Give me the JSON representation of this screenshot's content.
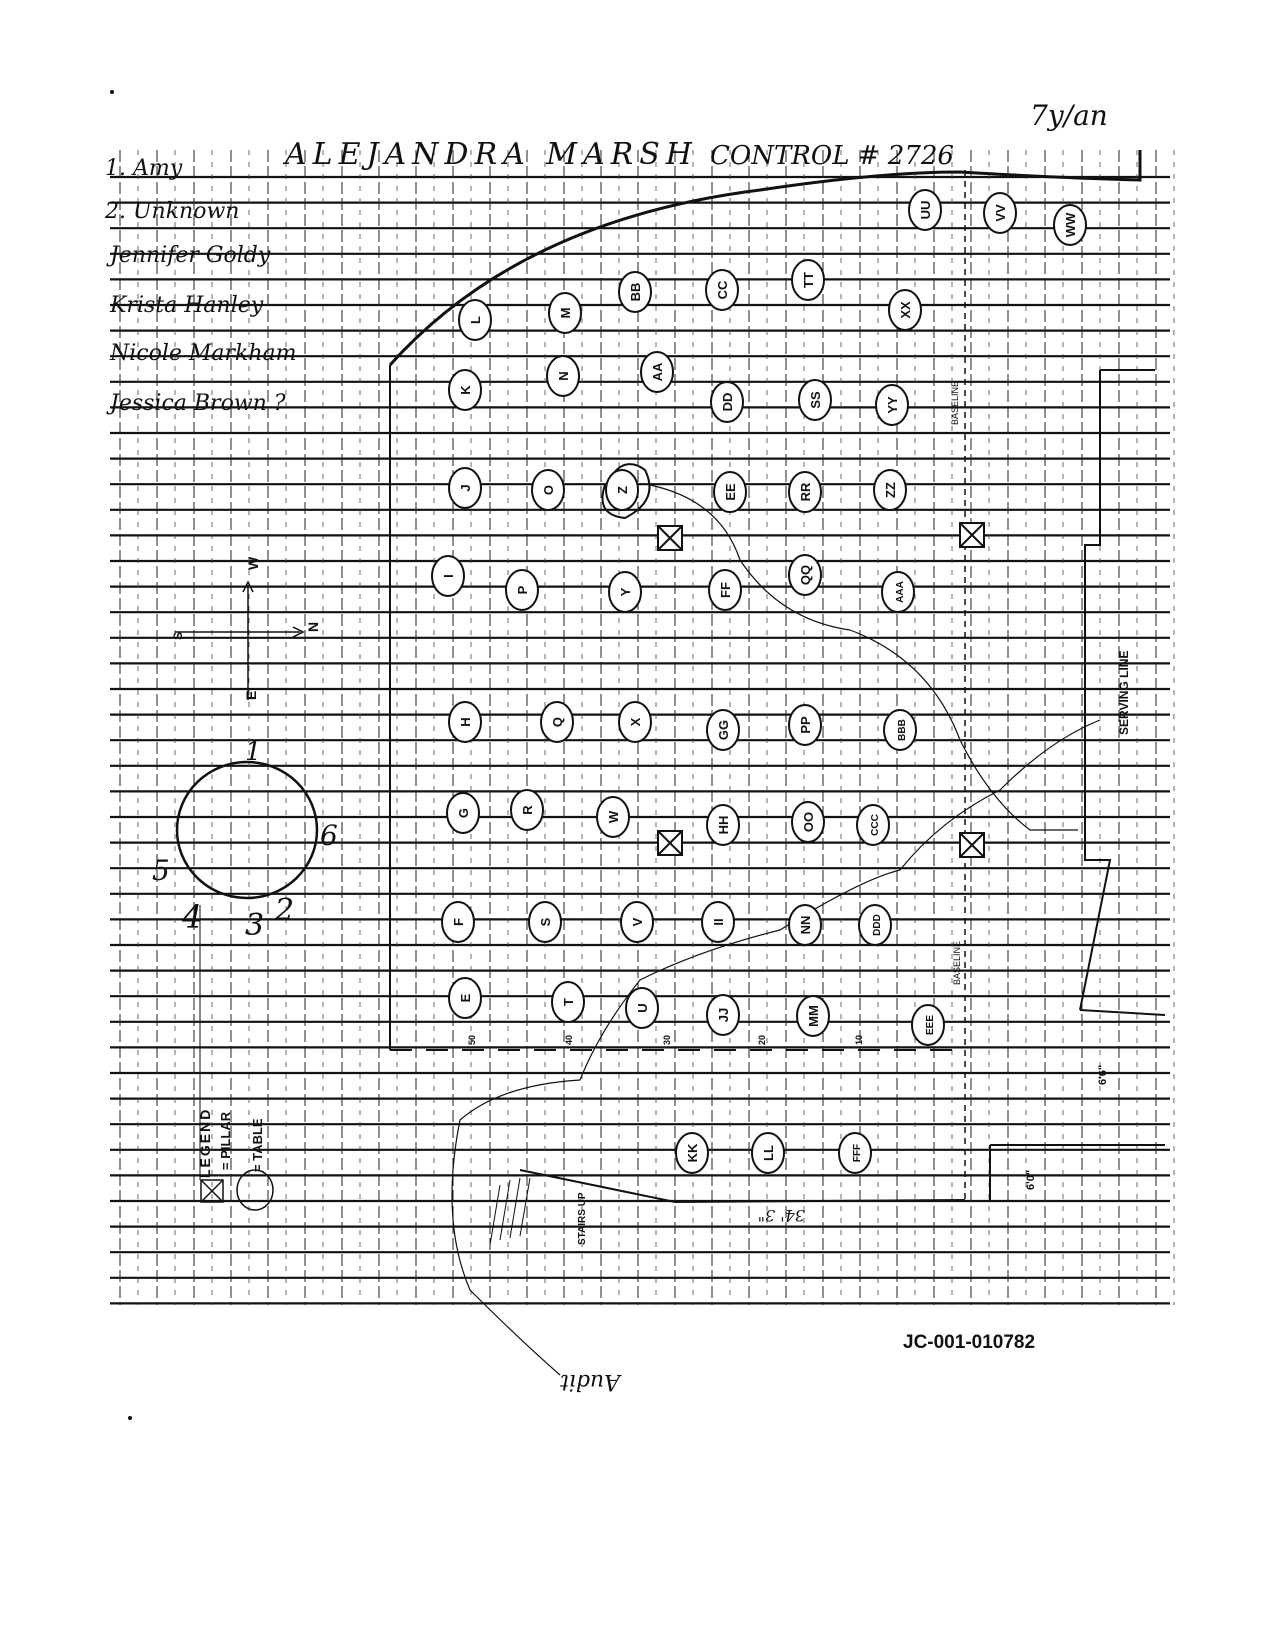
{
  "header": {
    "title_name": "ALEJANDRA MARSH",
    "title_control": "CONTROL # 2726",
    "initials": "7y/an"
  },
  "witness_list": [
    "1. Amy",
    "2. Unknown",
    "Jennifer Goldy",
    "Krista Hanley",
    "Nicole Markham",
    "Jessica Brown ?"
  ],
  "compass": {
    "north": "N",
    "south": "S",
    "east": "E",
    "west": "W"
  },
  "circle_sketch": {
    "numbers": [
      "1",
      "2",
      "3",
      "4",
      "5",
      "6"
    ]
  },
  "labels": {
    "serving_line": "SERVING LINE",
    "baseline_top": "BASELINE",
    "baseline_bottom": "BASELINE",
    "stairs": "STAIRS UP",
    "width_measure": "34' 3\"",
    "measure_6_0": "6'0\"",
    "measure_6_6": "6'6\"",
    "audit": "Audit",
    "ticks": [
      "50",
      "40",
      "30",
      "20",
      "10"
    ]
  },
  "legend": {
    "title": "LEGEND",
    "pillar": "= PILLAR",
    "table": "= TABLE"
  },
  "tables": [
    "L",
    "M",
    "BB",
    "CC",
    "TT",
    "XX",
    "UU",
    "VV",
    "WW",
    "K",
    "N",
    "AA",
    "DD",
    "SS",
    "YY",
    "J",
    "O",
    "Z",
    "EE",
    "RR",
    "ZZ",
    "I",
    "P",
    "Y",
    "FF",
    "QQ",
    "AAA",
    "H",
    "Q",
    "X",
    "GG",
    "PP",
    "BBB",
    "G",
    "R",
    "W",
    "HH",
    "OO",
    "CCC",
    "F",
    "S",
    "V",
    "II",
    "NN",
    "DDD",
    "E",
    "T",
    "U",
    "JJ",
    "MM",
    "EEE",
    "KK",
    "LL",
    "FFF"
  ],
  "pillar_count": 4,
  "footer": {
    "doc_id": "JC-001-010782"
  }
}
